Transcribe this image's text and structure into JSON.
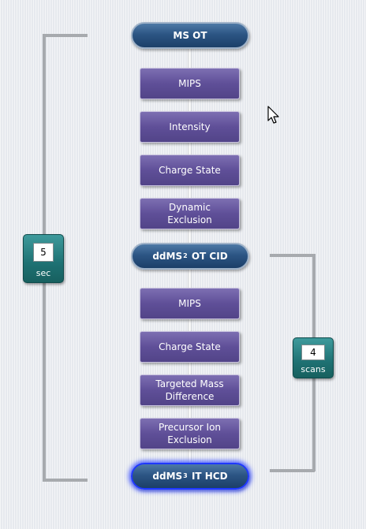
{
  "nodes": {
    "ms_ot": {
      "label": "MS OT"
    },
    "dd2": {
      "prefix": "ddMS",
      "sup": "2",
      "suffix": "OT CID"
    },
    "dd3": {
      "prefix": "ddMS",
      "sup": "3",
      "suffix": "IT HCD"
    }
  },
  "filters_ms": [
    {
      "label": "MIPS"
    },
    {
      "label": "Intensity"
    },
    {
      "label": "Charge State"
    },
    {
      "label": "Dynamic\nExclusion"
    }
  ],
  "filters_dd2": [
    {
      "label": "MIPS"
    },
    {
      "label": "Charge State"
    },
    {
      "label": "Targeted Mass\nDifference"
    },
    {
      "label": "Precursor Ion\nExclusion"
    }
  ],
  "cycle": {
    "value": "5",
    "unit": "sec"
  },
  "scans": {
    "value": "4",
    "unit": "scans"
  },
  "colors": {
    "scan_node": "#2c5584",
    "filter": "#5f4f98",
    "badge": "#1e7173",
    "selection": "#1f38ff"
  },
  "icons": {
    "pointer": "arrow-cursor-icon"
  }
}
